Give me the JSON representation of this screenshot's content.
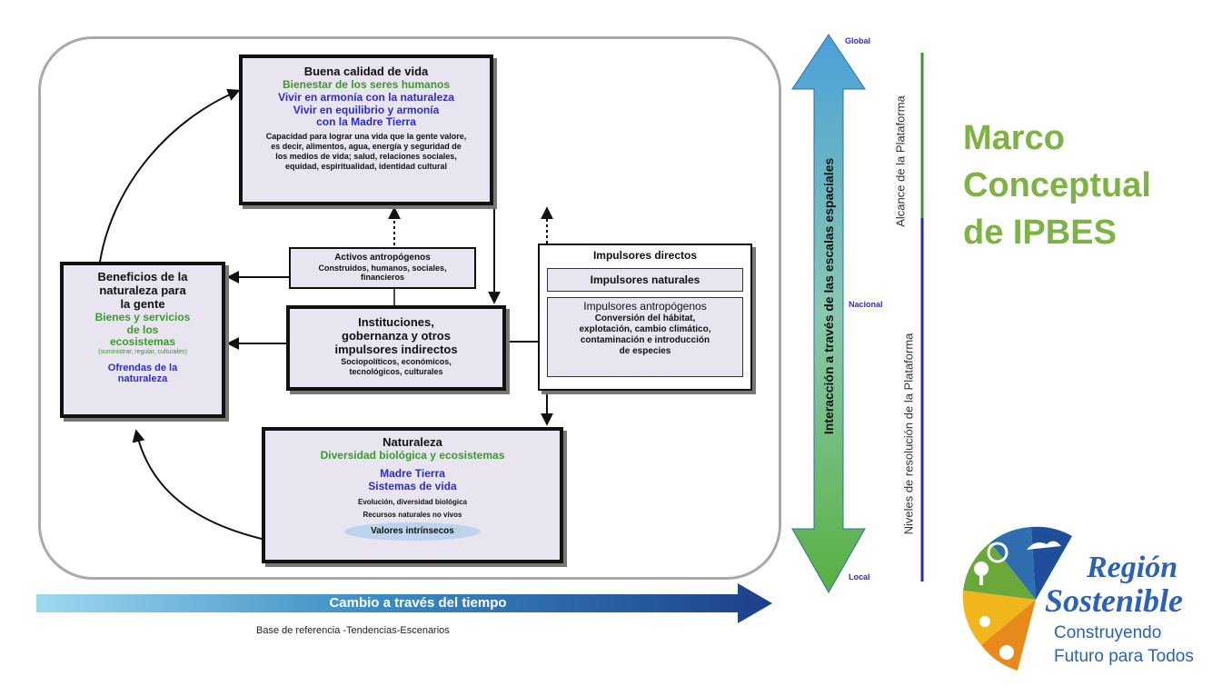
{
  "diagram": {
    "buena": {
      "title": "Buena calidad de vida",
      "green": "Bienestar de los seres humanos",
      "blue1": "Vivir en armonía con la naturaleza",
      "blue2": "Vivir en equilibrio y armonía",
      "blue3": "con la Madre Tierra",
      "desc1": "Capacidad para lograr una vida que la gente valore,",
      "desc2": "es decir, alimentos, agua, energía y seguridad de",
      "desc3": "los medios de vida; salud, relaciones sociales,",
      "desc4": "equidad, espiritualidad, identidad cultural"
    },
    "activos": {
      "title": "Activos antropógenos",
      "desc1": "Construidos, humanos, sociales,",
      "desc2": "financieros"
    },
    "beneficios": {
      "title1": "Beneficios de la",
      "title2": "naturaleza para",
      "title3": "la gente",
      "green1": "Bienes y servicios",
      "green2": "de los",
      "green3": "ecosistemas",
      "note": "(suministrar, regular, culturales)",
      "blue1": "Ofrendas de la",
      "blue2": "naturaleza"
    },
    "instituciones": {
      "title1": "Instituciones,",
      "title2": "gobernanza y otros",
      "title3": "impulsores indirectos",
      "desc1": "Sociopolíticos, económicos,",
      "desc2": "tecnológicos, culturales"
    },
    "impulsores": {
      "title": "Impulsores directos",
      "naturales": "Impulsores naturales",
      "antro_title": "Impulsores antropógenos",
      "antro1": "Conversión del hábitat,",
      "antro2": "explotación, cambio climático,",
      "antro3": "contaminación e introducción",
      "antro4": "de especies"
    },
    "naturaleza": {
      "title": "Naturaleza",
      "green": "Diversidad biológica y ecosistemas",
      "blue1": "Madre Tierra",
      "blue2": "Sistemas de vida",
      "desc1": "Evolución, diversidad biológica",
      "desc2": "Recursos naturales no vivos",
      "valores": "Valores intrínsecos"
    },
    "time_arrow": {
      "label": "Cambio a través del tiempo",
      "sub": "Base de referencia  -Tendencias-Escenarios"
    },
    "scale": {
      "global": "Global",
      "nacional": "Nacional",
      "local": "Local",
      "arrow_label": "Interacción a través de las escalas espaciales",
      "alcance": "Alcance de la Plataforma",
      "niveles": "Niveles de resolución de la Plataforma"
    }
  },
  "title": {
    "line1": "Marco",
    "line2": "Conceptual",
    "line3": "de IPBES"
  },
  "logo": {
    "line1": "Región",
    "line2": "Sostenible",
    "line3": "Construyendo",
    "line4": "Futuro para Todos"
  },
  "colors": {
    "title_green": "#7cb342",
    "box_fill": "#e8e4f0",
    "text_green": "#3a9a2a",
    "text_blue": "#2b2bd8",
    "logo_blue": "#2b62b8"
  }
}
